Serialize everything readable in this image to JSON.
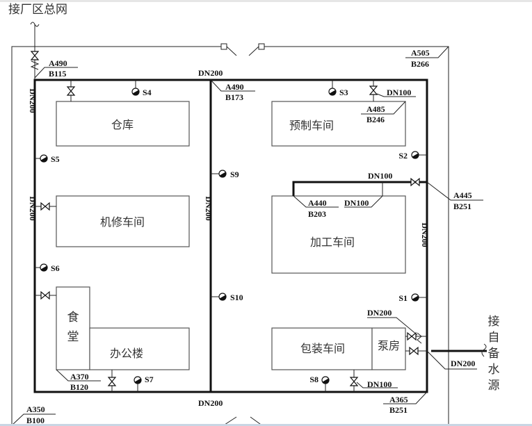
{
  "title": "接厂区总网",
  "source_label": [
    "接",
    "自",
    "备",
    "水",
    "源"
  ],
  "buildings": {
    "warehouse": "仓库",
    "repair": "机修车间",
    "canteen": [
      "食",
      "堂"
    ],
    "office": "办公楼",
    "prefab": "预制车间",
    "processing": "加工车间",
    "packaging": "包装车间",
    "pump": "泵房"
  },
  "hydrants": [
    "S1",
    "S2",
    "S3",
    "S4",
    "S5",
    "S6",
    "S7",
    "S8",
    "S9",
    "S10"
  ],
  "pipe_labels": {
    "dn200": "DN200",
    "dn100": "DN100"
  },
  "coords": {
    "a490_b115": [
      "A490",
      "B115"
    ],
    "a490_b173": [
      "A490",
      "B173"
    ],
    "a505_b266": [
      "A505",
      "B266"
    ],
    "a485_b246": [
      "A485",
      "B246"
    ],
    "a440_b203": [
      "A440",
      "B203"
    ],
    "a445_b251": [
      "A445",
      "B251"
    ],
    "a370_b120": [
      "A370",
      "B120"
    ],
    "a350_b100": [
      "A350",
      "B100"
    ],
    "a365_b251": [
      "A365",
      "B251"
    ]
  }
}
